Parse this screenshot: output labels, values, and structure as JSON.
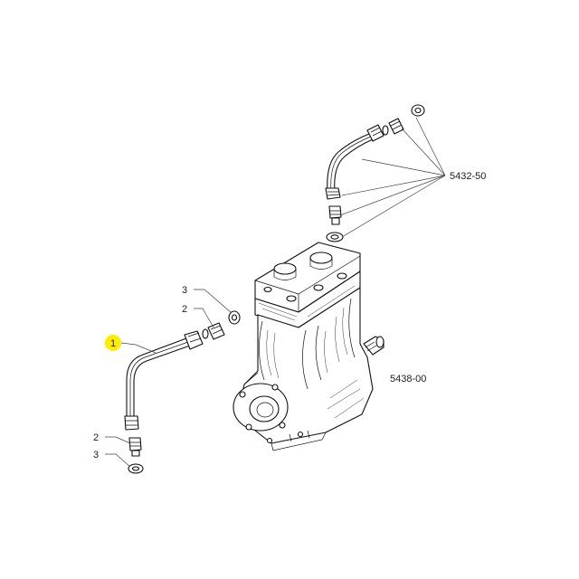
{
  "callouts": {
    "item_1": "1",
    "item_2_upper": "2",
    "item_3_upper": "3",
    "item_2_lower": "2",
    "item_3_lower": "3"
  },
  "references": {
    "ref_a": "5432-50",
    "ref_b": "5438-00"
  },
  "colors": {
    "highlight": "#ffee00",
    "line": "#111111"
  }
}
